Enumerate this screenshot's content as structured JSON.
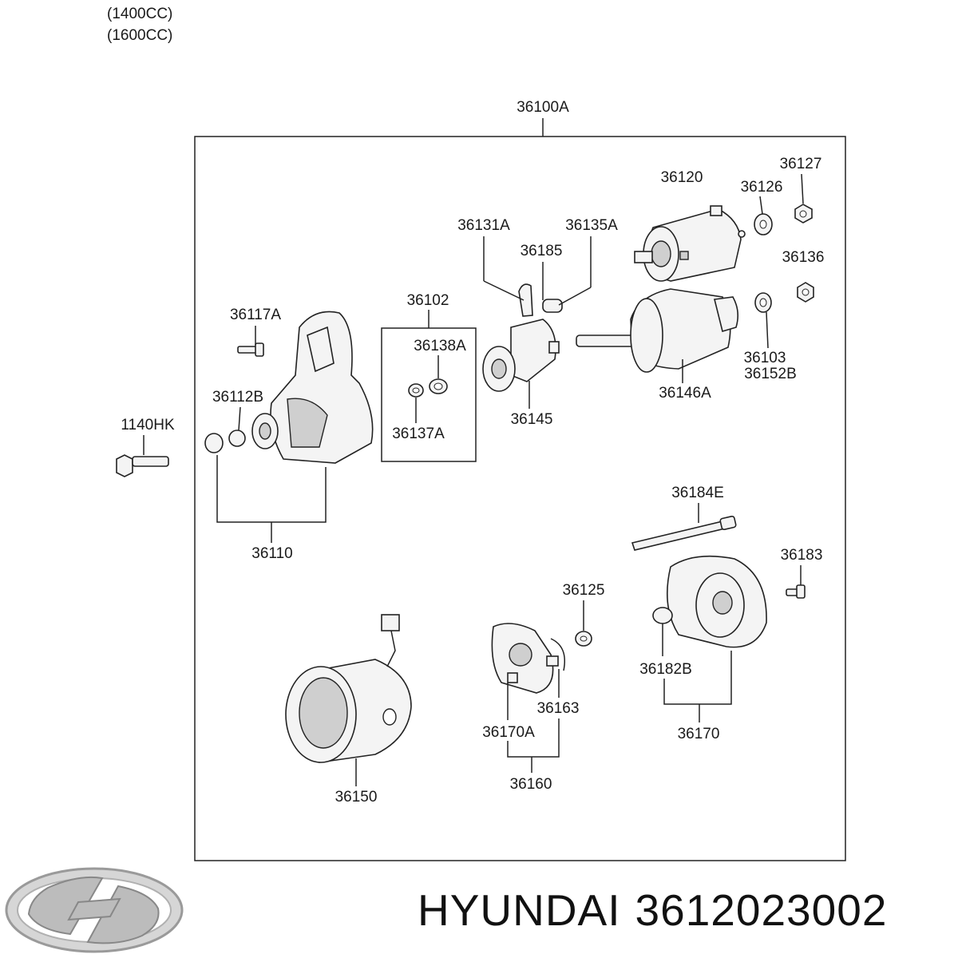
{
  "variants": [
    "(1400CC)",
    "(1600CC)"
  ],
  "labels": {
    "assembly": "36100A",
    "p36120": "36120",
    "p36126": "36126",
    "p36127": "36127",
    "p36131A": "36131A",
    "p36135A": "36135A",
    "p36185": "36185",
    "p36136": "36136",
    "p36102": "36102",
    "p36117A": "36117A",
    "p36138A": "36138A",
    "p36112B": "36112B",
    "p36137A": "36137A",
    "p36145": "36145",
    "p36103": "36103",
    "p36152B": "36152B",
    "p36146A": "36146A",
    "p1140HK": "1140HK",
    "p36110": "36110",
    "p36184E": "36184E",
    "p36183": "36183",
    "p36125": "36125",
    "p36182B": "36182B",
    "p36163": "36163",
    "p36170A": "36170A",
    "p36170": "36170",
    "p36160": "36160",
    "p36150": "36150"
  },
  "brand": {
    "name": "HYUNDAI",
    "part_number": "3612023002"
  }
}
